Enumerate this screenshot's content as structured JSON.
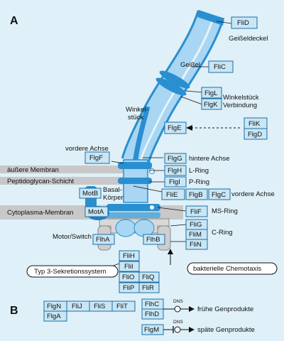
{
  "panel_a": "A",
  "panel_b": "B",
  "labels": {
    "geisseldeckel": "Geißeldeckel",
    "geissel": "Geißel",
    "winkelstueck_verbindung_1": "Winkelstück",
    "winkelstueck_verbindung_2": "Verbindung",
    "winkelstueck_1": "Winkel-",
    "winkelstueck_2": "stück",
    "vordere_achse_top": "vordere Achse",
    "hintere_achse": "hintere Achse",
    "aeussere_membran": "äußere Membran",
    "l_ring": "L-Ring",
    "peptidoglycan": "Peptidoglycan-Schicht",
    "p_ring": "P-Ring",
    "basal_1": "Basal-",
    "basal_2": "Körper",
    "vordere_achse_right": "vordere Achse",
    "cytoplasma": "Cytoplasma-Membran",
    "ms_ring": "MS-Ring",
    "c_ring": "C-Ring",
    "motor_switch": "Motor/Switch",
    "typ3": "Typ 3-Sekretionssystem",
    "chemotaxis": "bakterielle Chemotaxis",
    "dns1": "DNS",
    "dns2": "DNS",
    "fruehe": "frühe Genprodukte",
    "spaete": "späte Genprodukte"
  },
  "proteins": {
    "fliD": "FliD",
    "fliC": "FliC",
    "flgL": "FlgL",
    "flgK": "FlgK",
    "flgE": "FlgE",
    "fliK": "FliK",
    "flgD": "FlgD",
    "flgF": "FlgF",
    "flgG": "FlgG",
    "flgH": "FlgH",
    "flgI": "FlgI",
    "flhE": "FliE",
    "flgB": "FlgB",
    "flgC": "FlgC",
    "motB": "MotB",
    "motA": "MotA",
    "fliF": "FliF",
    "fliG": "FliG",
    "fliM": "FliM",
    "fliN": "FliN",
    "flhA": "FlhA",
    "flhB": "FlhB",
    "fliH": "FliH",
    "fliI": "FliI",
    "fliO": "FliO",
    "fliQ": "FliQ",
    "fliP": "FliP",
    "fliR": "FliR"
  },
  "panel_b_boxes": {
    "flgN": "FlgN",
    "fliJ": "FliJ",
    "fliS": "FliS",
    "fliT": "FliT",
    "flgA": "FlgA",
    "flhC": "FlhC",
    "flhD": "FlhD",
    "flgM": "FlgM"
  },
  "colors": {
    "background": "#dff0f8",
    "flagellum_light": "#a9d6f2",
    "flagellum_dark": "#2a8fd0",
    "membrane_band": "#c8c8c8",
    "box_fill": "#c9e6f5",
    "box_stroke": "#1d6fa3"
  }
}
